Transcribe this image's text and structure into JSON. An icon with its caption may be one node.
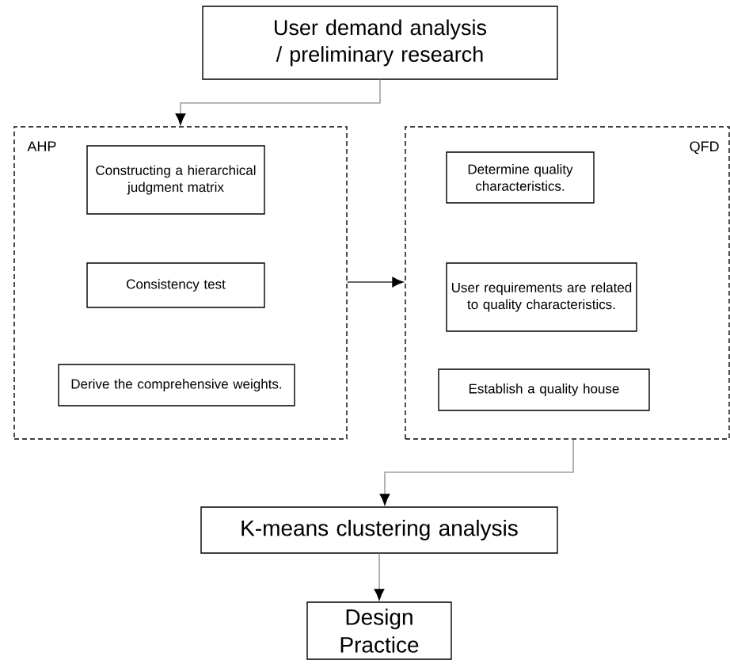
{
  "diagram": {
    "nodes": [
      {
        "text": [
          "User demand analysis / preliminary research"
        ]
      },
      {
        "text": [
          "AHP"
        ]
      },
      {
        "text": [
          "Constructing a hierarchical judgment matrix"
        ],
        "in": 1
      },
      {
        "text": [
          "Consistency test"
        ],
        "in": 1
      },
      {
        "text": [
          "Derive the comprehensive weights."
        ],
        "in": 1
      },
      {
        "text": [
          "QFD"
        ]
      },
      {
        "text": [
          "Determine quality characteristics."
        ],
        "in": 5
      },
      {
        "text": [
          "User requirements are related to quality characteristics."
        ],
        "in": 5
      },
      {
        "text": [
          "Establish a quality house"
        ],
        "in": 5
      },
      {
        "text": [
          "K-means clustering analysis"
        ]
      },
      {
        "text": [
          "Design Practice"
        ]
      }
    ],
    "edges": [
      {
        "from": 0,
        "to": 1,
        "arrow": "to"
      },
      {
        "from": 1,
        "to": 5,
        "arrow": "to",
        "color": "#333333"
      },
      {
        "from": 5,
        "to": 9,
        "arrow": "to"
      },
      {
        "from": 9,
        "to": 10,
        "arrow": "to"
      }
    ]
  }
}
